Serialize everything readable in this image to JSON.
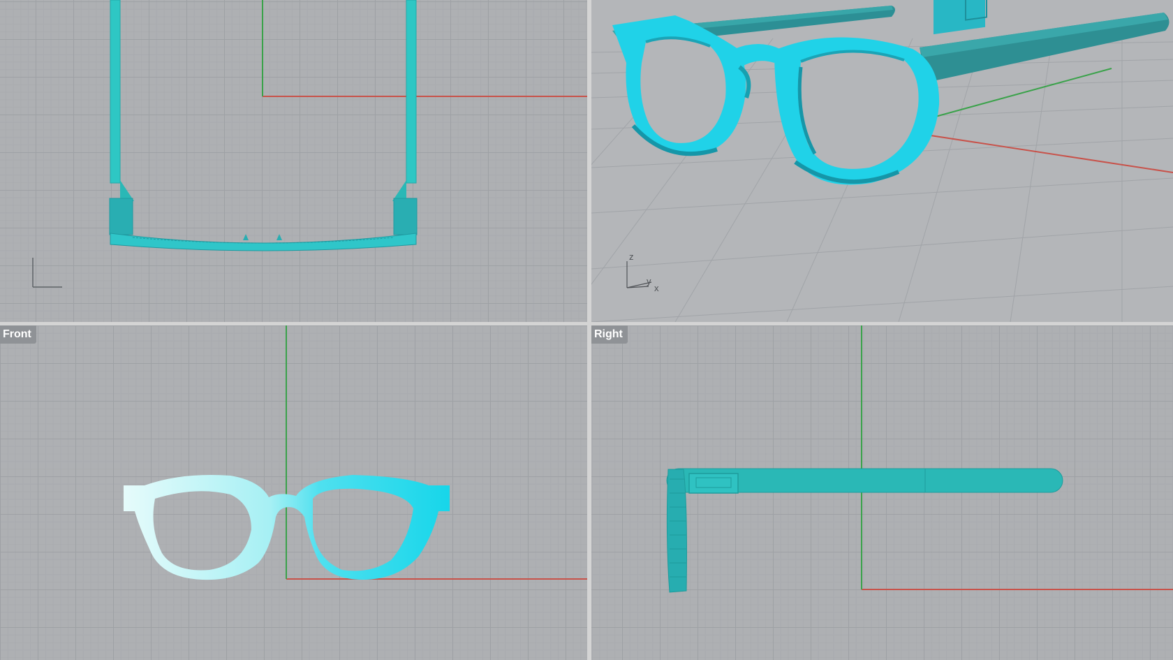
{
  "viewports": {
    "top": {
      "label": ""
    },
    "perspective": {
      "label": "",
      "axis_labels": {
        "z": "z",
        "y": "y",
        "x": "x"
      }
    },
    "front": {
      "label": "Front"
    },
    "right": {
      "label": "Right"
    }
  },
  "colors": {
    "grid_background": "#aeb0b3",
    "object_cyan": "#1fd3e8",
    "object_teal": "#2ab8b6",
    "axis_x_red": "#c8524a",
    "axis_y_green": "#3aa24a"
  }
}
